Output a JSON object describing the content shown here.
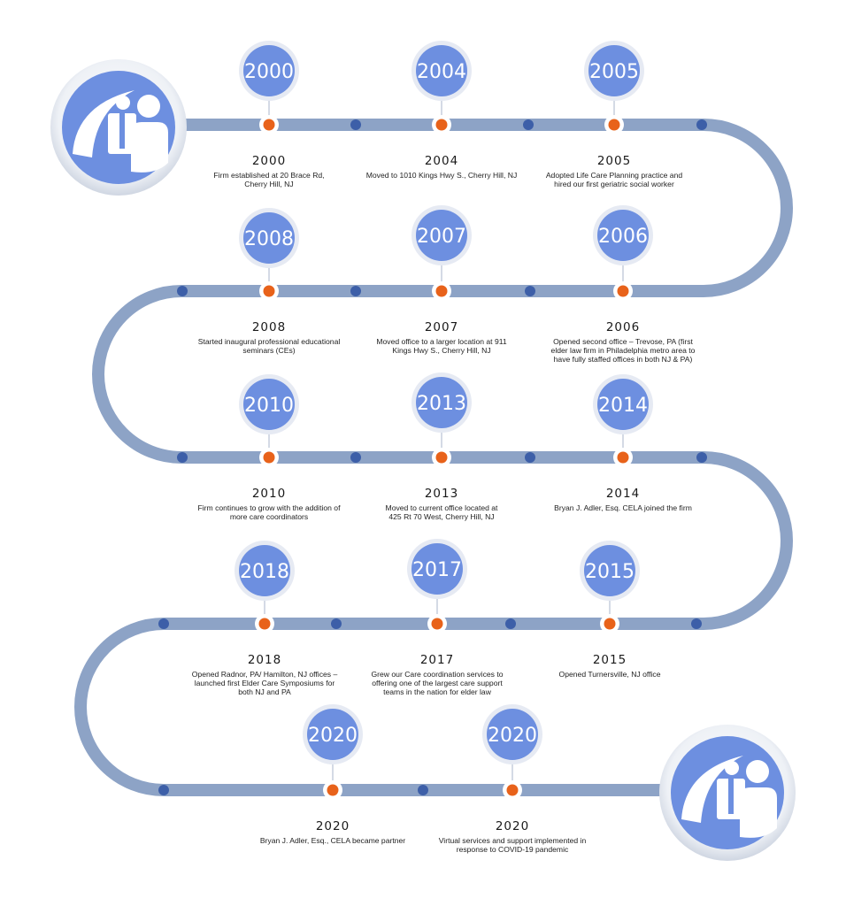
{
  "colors": {
    "track": "#8da3c6",
    "track_dark": "#7c93ba",
    "bubble": "#6d8fe0",
    "bubble_ring": "#e6eaf3",
    "orange_dot": "#e8621a",
    "blue_dot": "#3d5fa8"
  },
  "logo": {
    "icon": "person-silhouettes-logo-icon"
  },
  "events": [
    {
      "bubble": "2000",
      "year": "2000",
      "desc": [
        "Firm established at 20 Brace Rd,",
        "Cherry Hill, NJ"
      ]
    },
    {
      "bubble": "2004",
      "year": "2004",
      "desc": [
        "Moved to 1010 Kings Hwy S., Cherry Hill, NJ"
      ]
    },
    {
      "bubble": "2005",
      "year": "2005",
      "desc": [
        "Adopted Life Care Planning practice and",
        "hired our first geriatric social worker"
      ]
    },
    {
      "bubble": "2008",
      "year": "2008",
      "desc": [
        "Started inaugural professional educational",
        "seminars (CEs)"
      ]
    },
    {
      "bubble": "2007",
      "year": "2007",
      "desc": [
        "Moved office to a larger location at 911",
        "Kings Hwy S., Cherry Hill, NJ"
      ]
    },
    {
      "bubble": "2006",
      "year": "2006",
      "desc": [
        "Opened second office – Trevose, PA (first",
        "elder law firm in Philadelphia metro area to",
        "have fully staffed offices in both NJ & PA)"
      ]
    },
    {
      "bubble": "2010",
      "year": "2010",
      "desc": [
        "Firm continues to grow with the addition of",
        "more care coordinators"
      ]
    },
    {
      "bubble": "2013",
      "year": "2013",
      "desc": [
        "Moved to current office located at",
        "425 Rt 70 West, Cherry Hill, NJ"
      ]
    },
    {
      "bubble": "2014",
      "year": "2014",
      "desc": [
        "Bryan J. Adler, Esq. CELA joined the firm"
      ]
    },
    {
      "bubble": "2018",
      "year": "2018",
      "desc": [
        "Opened Radnor, PA/ Hamilton, NJ offices –",
        "launched first Elder Care Symposiums for",
        "both NJ and PA"
      ]
    },
    {
      "bubble": "2017",
      "year": "2017",
      "desc": [
        "Grew our Care coordination services to",
        "offering one of the largest care support",
        "teams in the nation for elder law"
      ]
    },
    {
      "bubble": "2015",
      "year": "2015",
      "desc": [
        "Opened Turnersville, NJ office"
      ]
    },
    {
      "bubble": "2020",
      "year": "2020",
      "desc": [
        "Bryan J. Adler, Esq., CELA became partner"
      ]
    },
    {
      "bubble": "2020",
      "year": "2020",
      "desc": [
        "Virtual services and support implemented in",
        "response to COVID-19 pandemic"
      ]
    }
  ]
}
